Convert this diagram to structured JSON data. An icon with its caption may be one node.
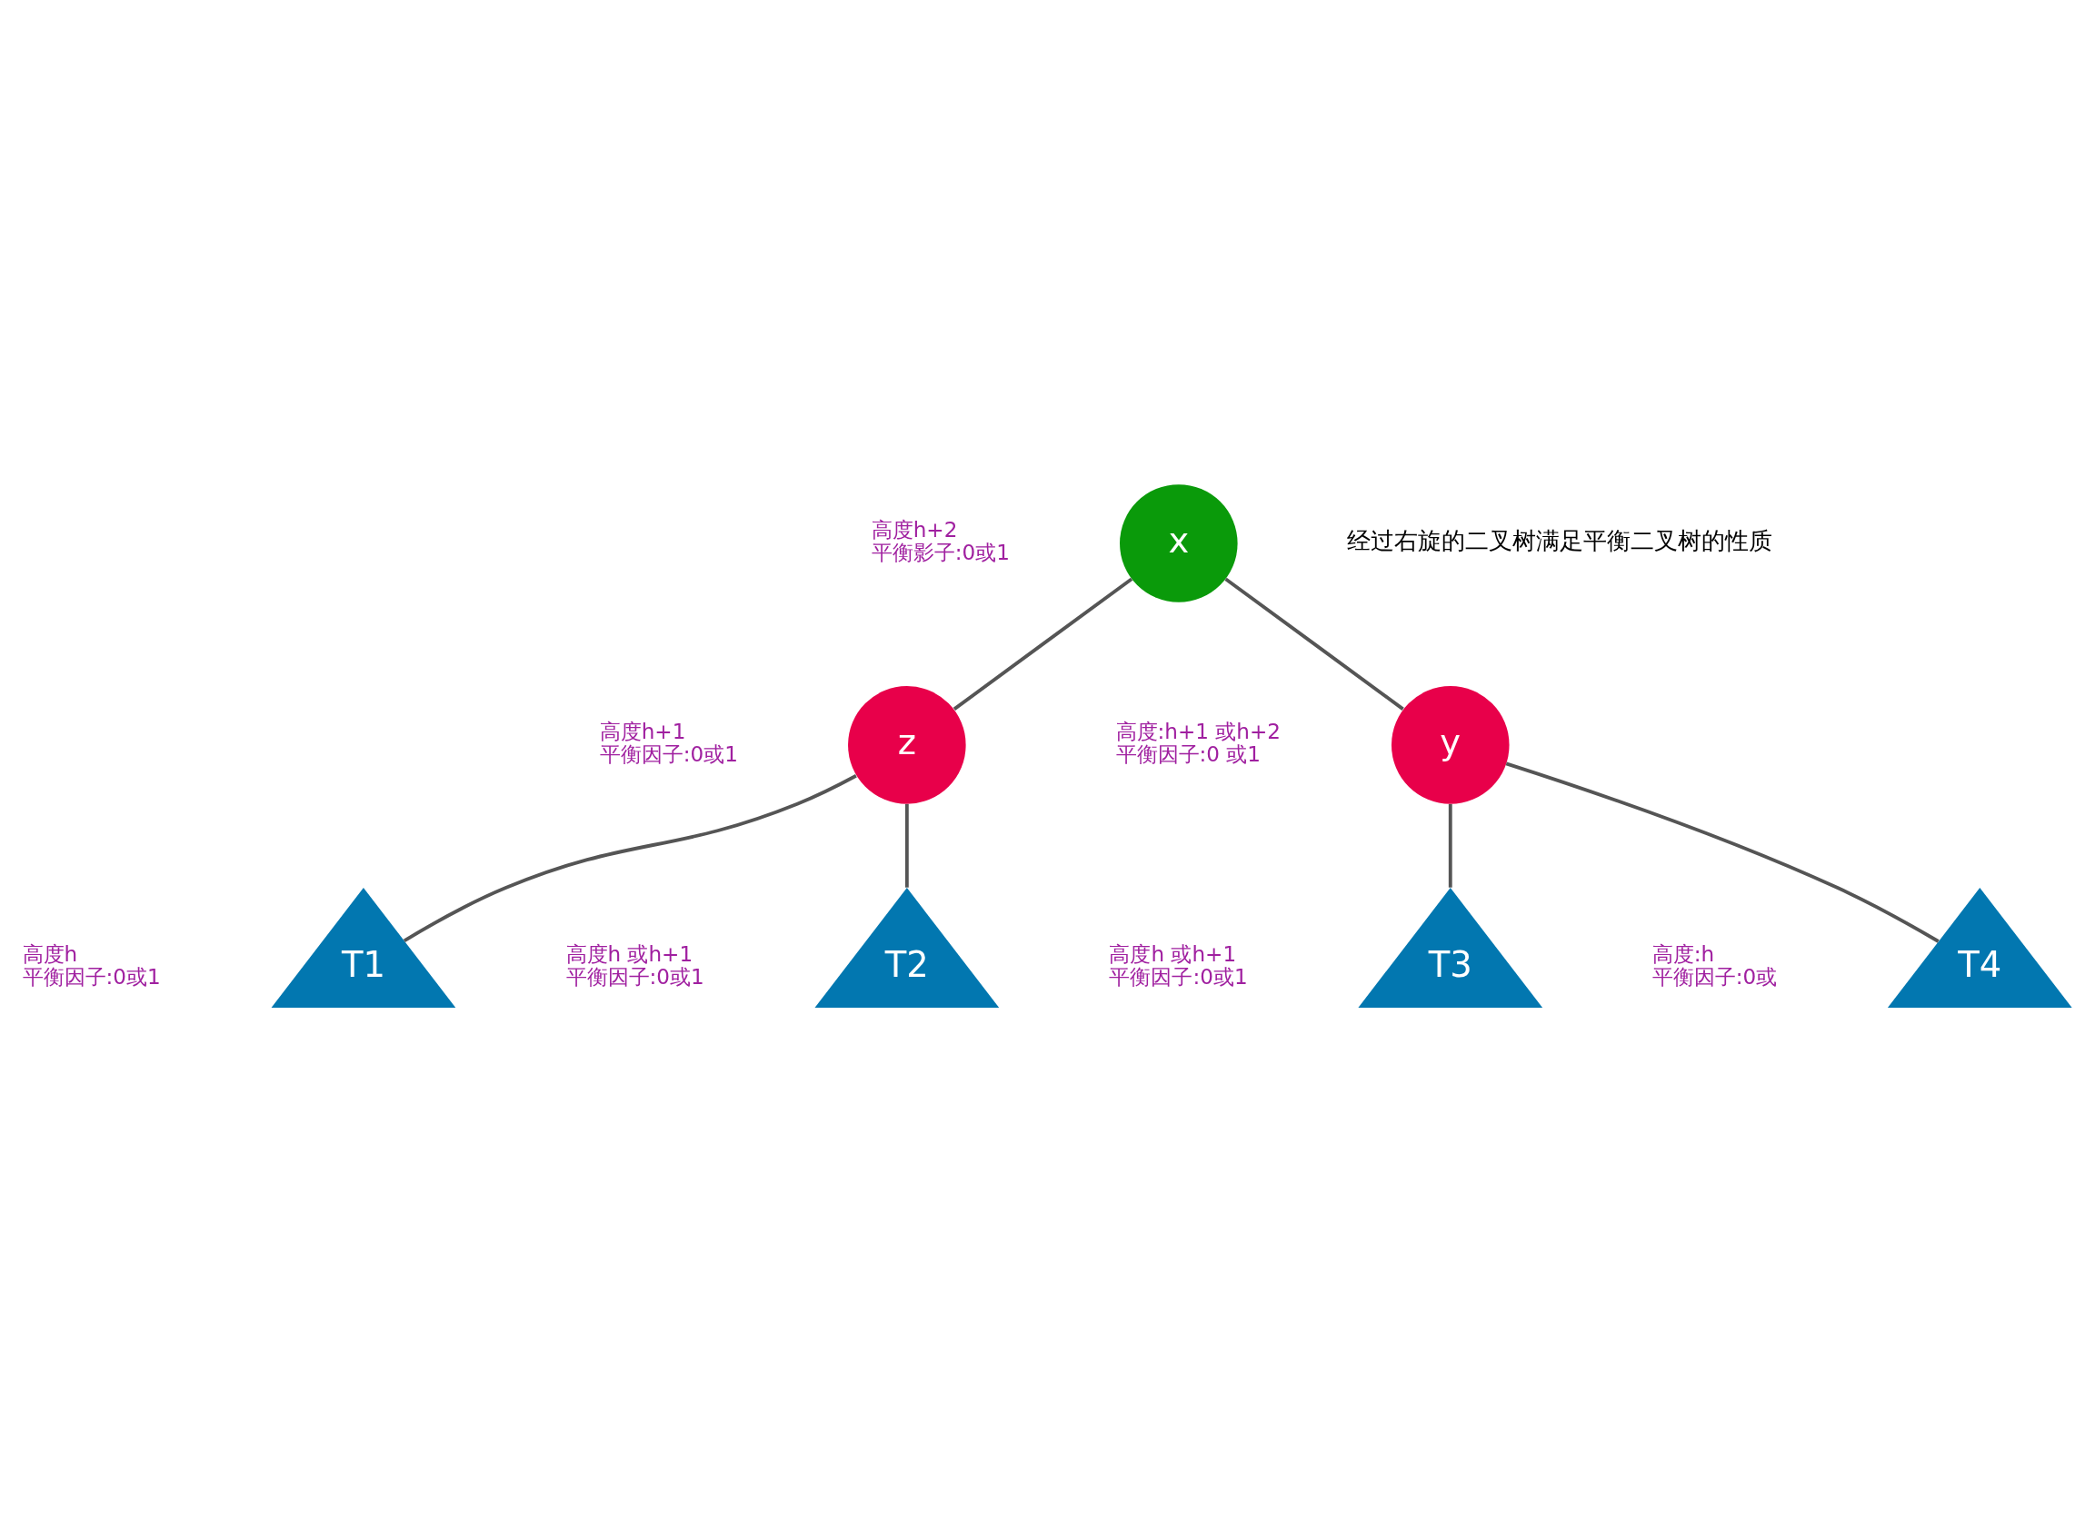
{
  "diagram": {
    "nodes": [
      {
        "text": [
          "x"
        ],
        "beside": [
          "高度h+2",
          "平衡影子:0或1"
        ]
      },
      {
        "text": [
          "z"
        ],
        "beside": [
          "高度h+1",
          "平衡因子:0或1"
        ]
      },
      {
        "text": [
          "y"
        ],
        "beside": [
          "高度:h+1 或h+2",
          "平衡因子:0 或1"
        ]
      },
      {
        "text": [
          "T1"
        ],
        "beside": [
          "高度h",
          "平衡因子:0或1"
        ]
      },
      {
        "text": [
          "T2"
        ],
        "beside": [
          "高度h 或h+1",
          "平衡因子:0或1"
        ]
      },
      {
        "text": [
          "T3"
        ],
        "beside": [
          "高度h 或h+1",
          "平衡因子:0或1"
        ]
      },
      {
        "text": [
          "T4"
        ],
        "beside": [
          "高度:h",
          "平衡因子:0或"
        ]
      }
    ],
    "edges": [
      {
        "from": 0,
        "to": 1,
        "arrow": "none"
      },
      {
        "from": 0,
        "to": 2,
        "arrow": "none"
      },
      {
        "from": 1,
        "to": 3,
        "arrow": "none"
      },
      {
        "from": 1,
        "to": 4,
        "arrow": "none"
      },
      {
        "from": 2,
        "to": 5,
        "arrow": "none"
      },
      {
        "from": 2,
        "to": 6,
        "arrow": "none"
      }
    ],
    "labels": [
      "经过右旋的二叉树满足平衡二叉树的性质"
    ]
  }
}
